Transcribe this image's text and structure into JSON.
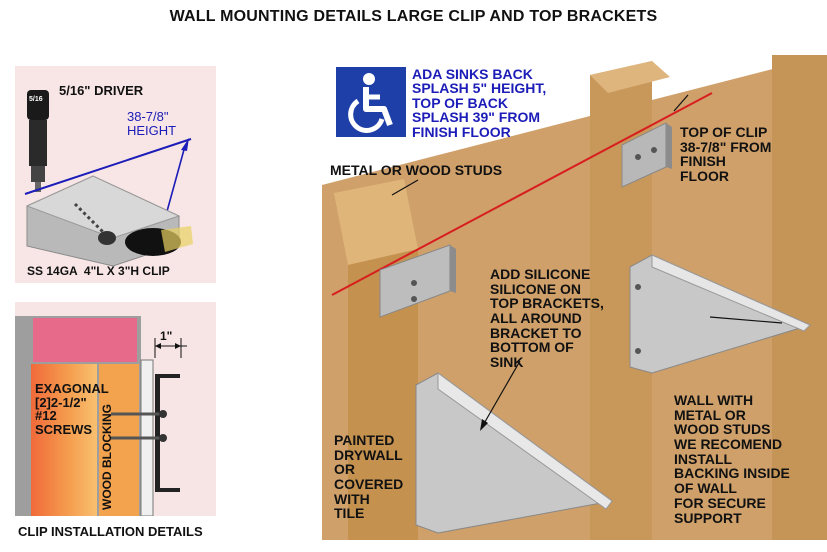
{
  "title": "WALL MOUNTING DETAILS LARGE CLIP AND TOP BRACKETS",
  "clip_panel": {
    "driver_label": "5/16\" DRIVER",
    "driver_size": "5/16",
    "height_label_line1": "38-7/8\"",
    "height_label_line2": "HEIGHT",
    "clip_label": "SS 14GA  4\"L X 3\"H CLIP"
  },
  "install_panel": {
    "dimension": "1\"",
    "screws_label": "EXAGONAL\n[2]2-1/2\"\n#12\nSCREWS",
    "blocking_label": "WOOD BLOCKING",
    "caption": "CLIP INSTALLATION DETAILS"
  },
  "main_panel": {
    "ada_text": "ADA SINKS BACK\nSPLASH 5\" HEIGHT,\nTOP OF BACK\nSPLASH 39\" FROM\nFINISH FLOOR",
    "studs_label": "METAL OR WOOD STUDS",
    "top_clip_label": "TOP OF CLIP\n38-7/8\" FROM\nFINISH\nFLOOR",
    "silicone_label": "ADD SILICONE\nSILICONE ON\nTOP BRACKETS,\nALL AROUND\nBRACKET TO\nBOTTOM OF\nSINK",
    "drywall_label": "PAINTED\nDRYWALL\nOR\nCOVERED\nWITH\nTILE",
    "wall_label": "WALL WITH\nMETAL OR\nWOOD STUDS\nWE RECOMEND\nINSTALL\nBACKING INSIDE\nOF WALL\nFOR SECURE\nSUPPORT"
  },
  "colors": {
    "accent_blue": "#1c1cb8",
    "ada_blue": "#1f3fa8",
    "guide_red": "#d81e1e",
    "wood": "#caa266",
    "steel": "#c9c9c9"
  }
}
